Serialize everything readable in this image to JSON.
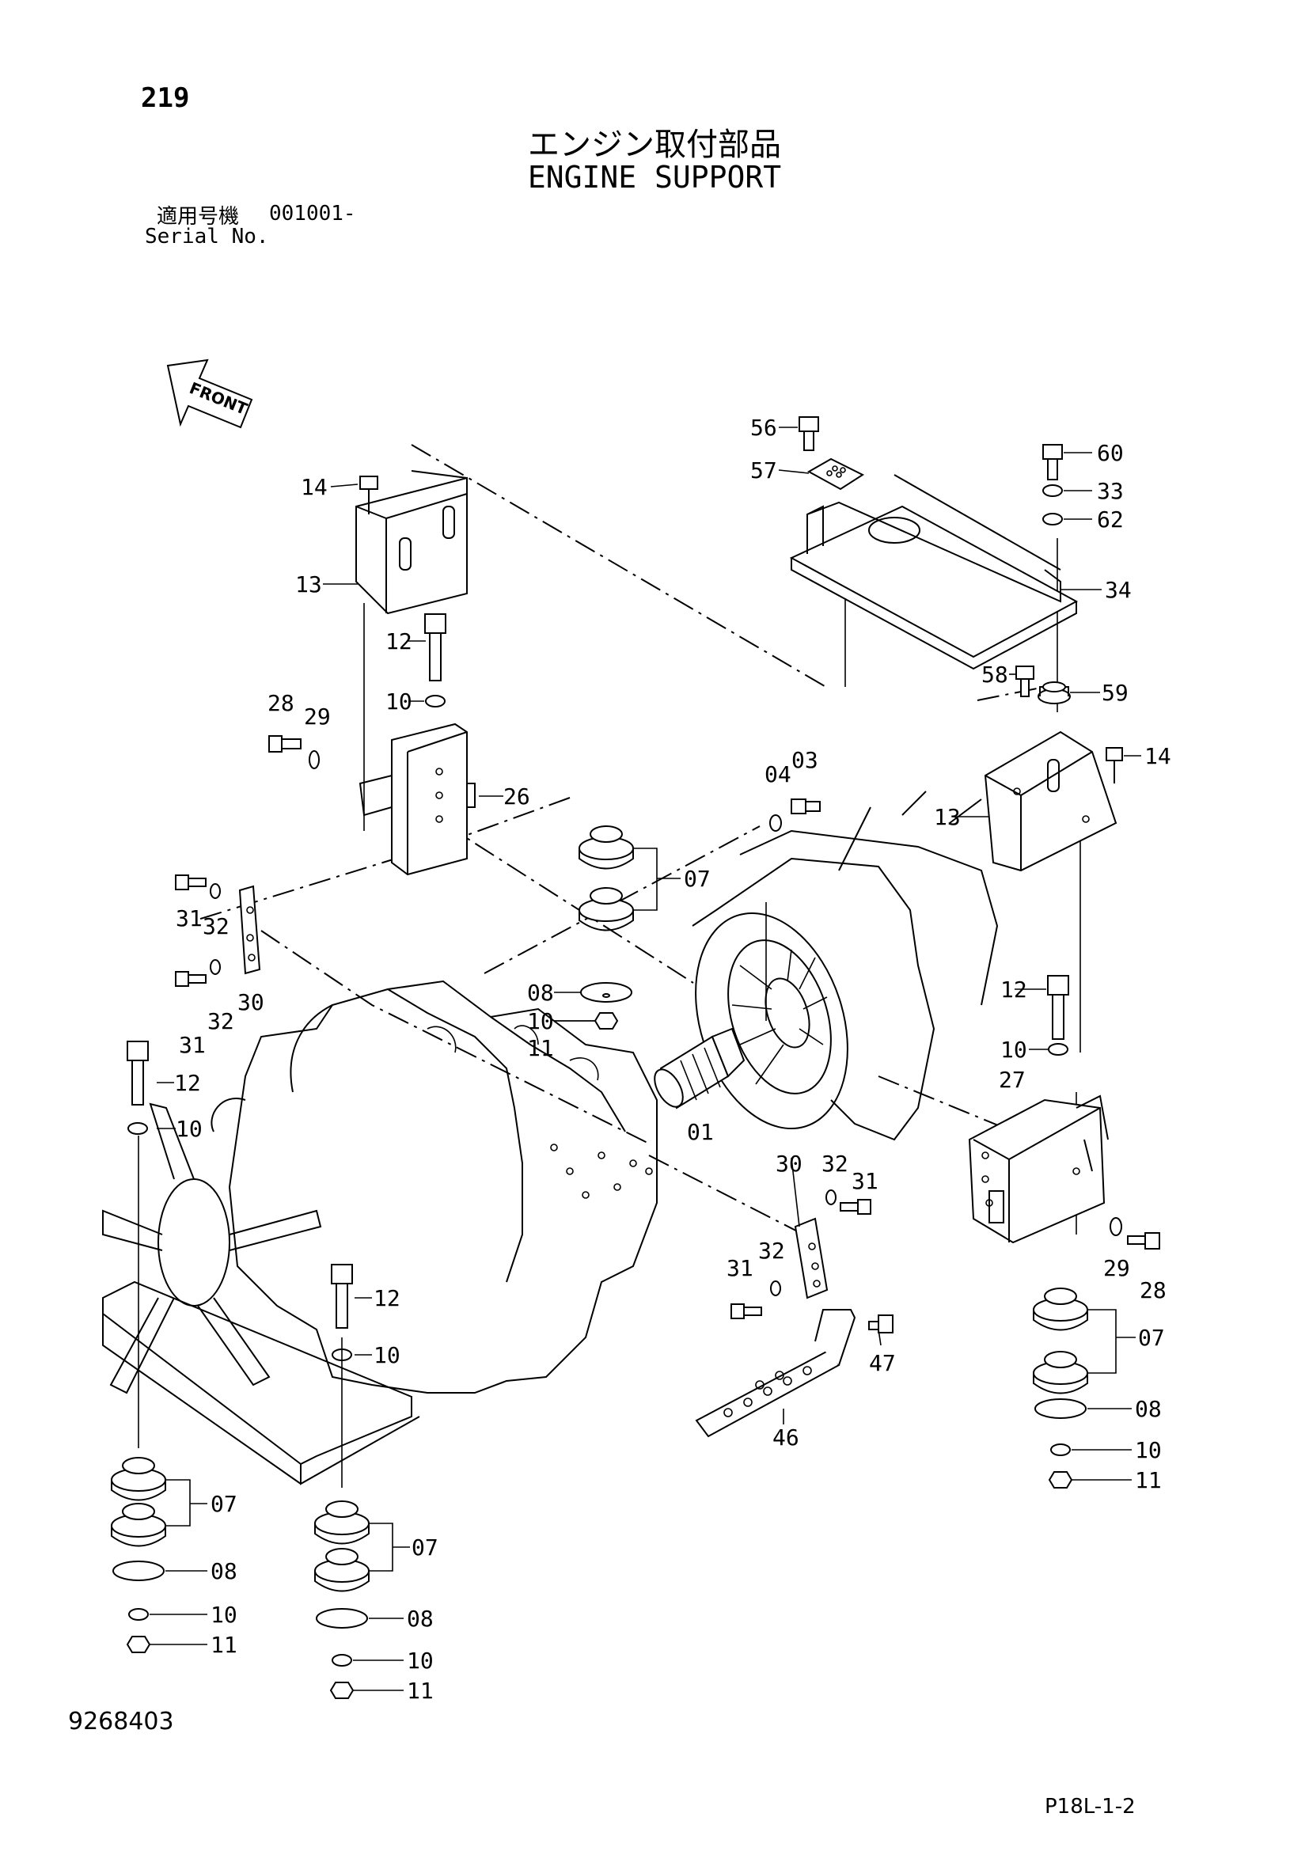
{
  "header": {
    "page_number": "219",
    "title_jp": "エンジン取付部品",
    "title_en": "ENGINE SUPPORT",
    "serial_label_jp": "適用号機",
    "serial_range": "001001-",
    "serial_label_en": "Serial No."
  },
  "front_label": "FRONT",
  "callouts": [
    {
      "id": "c14a",
      "text": "14"
    },
    {
      "id": "c13a",
      "text": "13"
    },
    {
      "id": "c12a",
      "text": "12"
    },
    {
      "id": "c10a",
      "text": "10"
    },
    {
      "id": "c28a",
      "text": "28"
    },
    {
      "id": "c29a",
      "text": "29"
    },
    {
      "id": "c26",
      "text": "26"
    },
    {
      "id": "c56",
      "text": "56"
    },
    {
      "id": "c57",
      "text": "57"
    },
    {
      "id": "c60",
      "text": "60"
    },
    {
      "id": "c33",
      "text": "33"
    },
    {
      "id": "c62",
      "text": "62"
    },
    {
      "id": "c34",
      "text": "34"
    },
    {
      "id": "c58",
      "text": "58"
    },
    {
      "id": "c59",
      "text": "59"
    },
    {
      "id": "c14b",
      "text": "14"
    },
    {
      "id": "c13b",
      "text": "13"
    },
    {
      "id": "c04",
      "text": "04"
    },
    {
      "id": "c03",
      "text": "03"
    },
    {
      "id": "c07a",
      "text": "07"
    },
    {
      "id": "c08a",
      "text": "08"
    },
    {
      "id": "c10b",
      "text": "10"
    },
    {
      "id": "c11a",
      "text": "11"
    },
    {
      "id": "c31a",
      "text": "31"
    },
    {
      "id": "c32a",
      "text": "32"
    },
    {
      "id": "c31b",
      "text": "31"
    },
    {
      "id": "c32b",
      "text": "32"
    },
    {
      "id": "c30a",
      "text": "30"
    },
    {
      "id": "c01",
      "text": "01"
    },
    {
      "id": "c12b",
      "text": "12"
    },
    {
      "id": "c10c",
      "text": "10"
    },
    {
      "id": "c27",
      "text": "27"
    },
    {
      "id": "c12c",
      "text": "12"
    },
    {
      "id": "c10d",
      "text": "10"
    },
    {
      "id": "c30b",
      "text": "30"
    },
    {
      "id": "c32c",
      "text": "32"
    },
    {
      "id": "c31c",
      "text": "31"
    },
    {
      "id": "c32d",
      "text": "32"
    },
    {
      "id": "c31d",
      "text": "31"
    },
    {
      "id": "c29b",
      "text": "29"
    },
    {
      "id": "c28b",
      "text": "28"
    },
    {
      "id": "c12d",
      "text": "12"
    },
    {
      "id": "c10e",
      "text": "10"
    },
    {
      "id": "c07b",
      "text": "07"
    },
    {
      "id": "c08b",
      "text": "08"
    },
    {
      "id": "c10f",
      "text": "10"
    },
    {
      "id": "c11b",
      "text": "11"
    },
    {
      "id": "c47",
      "text": "47"
    },
    {
      "id": "c46",
      "text": "46"
    },
    {
      "id": "c07c",
      "text": "07"
    },
    {
      "id": "c08c",
      "text": "08"
    },
    {
      "id": "c10g",
      "text": "10"
    },
    {
      "id": "c11c",
      "text": "11"
    },
    {
      "id": "c07d",
      "text": "07"
    },
    {
      "id": "c08d",
      "text": "08"
    },
    {
      "id": "c10h",
      "text": "10"
    },
    {
      "id": "c11d",
      "text": "11"
    }
  ],
  "footer": {
    "drawing_number": "9268403",
    "page_code": "P18L-1-2"
  }
}
